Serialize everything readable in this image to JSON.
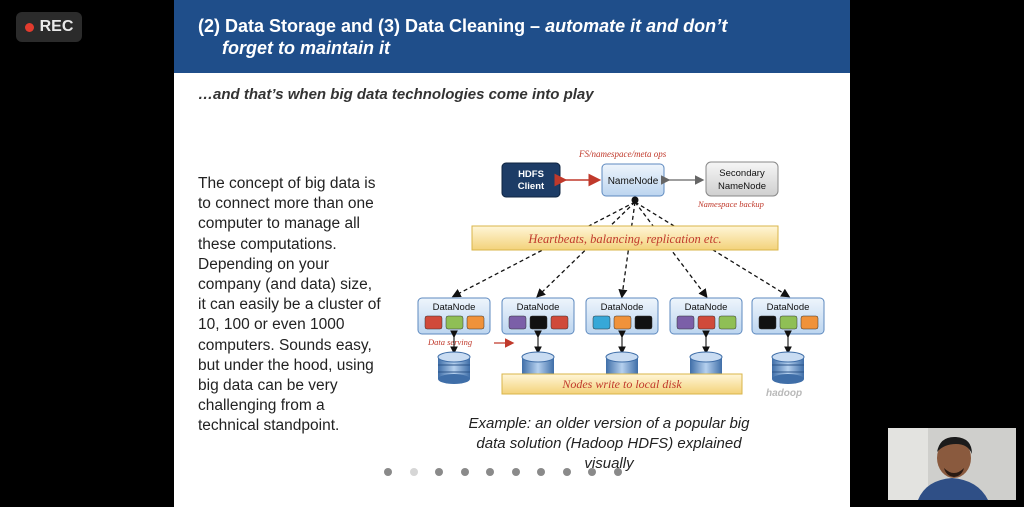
{
  "recorder": {
    "label": "REC",
    "indicator_color": "#e23b2e"
  },
  "slide": {
    "title_part1": "(2) Data Storage and (3) Data Cleaning –",
    "title_part2": "automate it and don’t",
    "title_part3": "forget to maintain it",
    "subtitle": "…and that’s when big data technologies come into play",
    "body_lines": [
      "The concept of big data is",
      "to connect more than one",
      "computer to manage all",
      "these computations.",
      "Depending on your",
      "company (and data) size,",
      "it can easily be a cluster of",
      "10, 100 or even 1000",
      "computers. Sounds easy,",
      "but under the hood, using",
      "big data can be very",
      "challenging from a",
      "technical standpoint."
    ],
    "caption_lines": [
      "Example: an older version of a popular big",
      "data solution (Hadoop HDFS) explained",
      "visually"
    ],
    "header_color": "#1f4e8a"
  },
  "diagram": {
    "hdfs_client": [
      "HDFS",
      "Client"
    ],
    "namenode": "NameNode",
    "secondary_namenode": [
      "Secondary",
      "NameNode"
    ],
    "fs_label": "FS/namespace/meta ops",
    "namespace_backup": "Namespace backup",
    "heartbeats_label": "Heartbeats, balancing, replication etc.",
    "datanode_label": "DataNode",
    "data_serving": "Data serving",
    "nodes_write": "Nodes write to local disk",
    "watermark": "hadoop",
    "datanodes": [
      {
        "blocks": [
          "#d04a3a",
          "#8fbf55",
          "#f0923a"
        ]
      },
      {
        "blocks": [
          "#7b5fa8",
          "#111111",
          "#d04a3a"
        ]
      },
      {
        "blocks": [
          "#37a8d8",
          "#f0923a",
          "#111111"
        ]
      },
      {
        "blocks": [
          "#7b5fa8",
          "#d04a3a",
          "#8fbf55"
        ]
      },
      {
        "blocks": [
          "#111111",
          "#8fbf55",
          "#f0923a"
        ]
      }
    ]
  },
  "pagination": {
    "total": 10,
    "active_index": 1
  },
  "webcam": {
    "label": "participant video"
  }
}
